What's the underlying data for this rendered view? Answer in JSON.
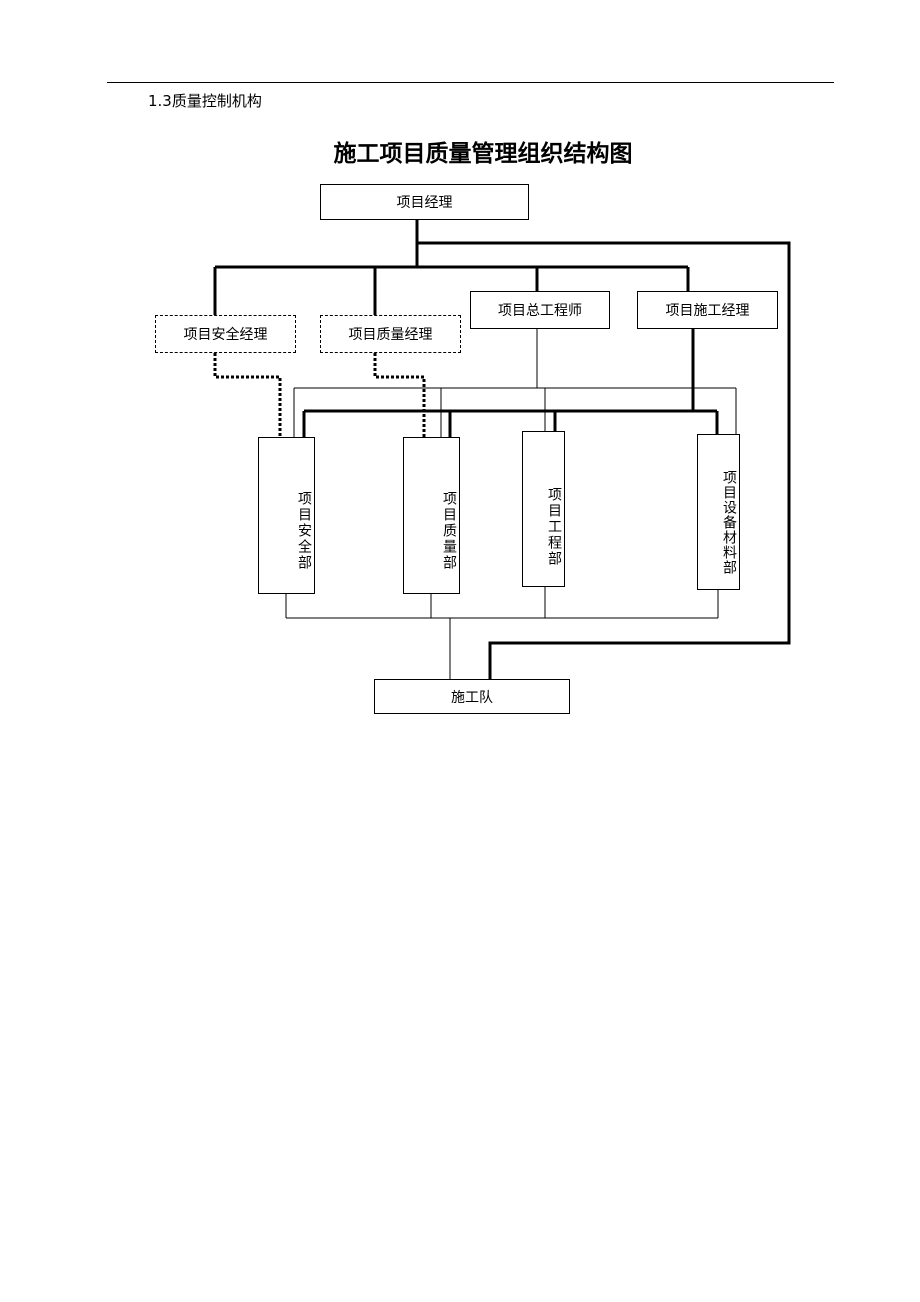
{
  "section_heading": "1.3质量控制机构",
  "title": "施工项目质量管理组织结构图",
  "nodes": {
    "project_manager": "项目经理",
    "safety_manager": "项目安全经理",
    "quality_manager": "项目质量经理",
    "chief_engineer": "项目总工程师",
    "construction_manager": "项目施工经理",
    "safety_dept": "项目安全部",
    "quality_dept": "项目质量部",
    "engineering_dept": "项目工程部",
    "equipment_dept": "项目设备材料部",
    "construction_team": "施工队"
  }
}
